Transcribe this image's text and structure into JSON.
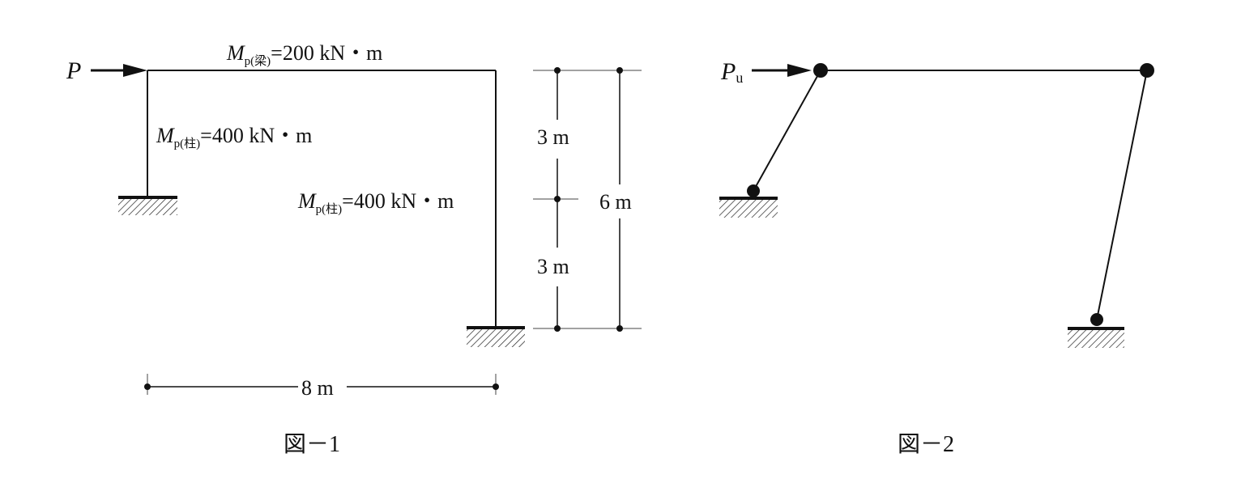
{
  "figure1": {
    "load_label": "P",
    "beam_moment": {
      "symbol": "M",
      "sub": "p(梁)",
      "value": "=200 kN・m"
    },
    "left_column_moment": {
      "symbol": "M",
      "sub": "p(柱)",
      "value": "=400 kN・m"
    },
    "right_column_moment": {
      "symbol": "M",
      "sub": "p(柱)",
      "value": "=400 kN・m"
    },
    "dim_upper": "3 m",
    "dim_lower": "3 m",
    "dim_total": "6 m",
    "dim_span": "8 m",
    "caption": "図－1"
  },
  "figure2": {
    "load_symbol": "P",
    "load_sub": "u",
    "caption": "図－2"
  }
}
